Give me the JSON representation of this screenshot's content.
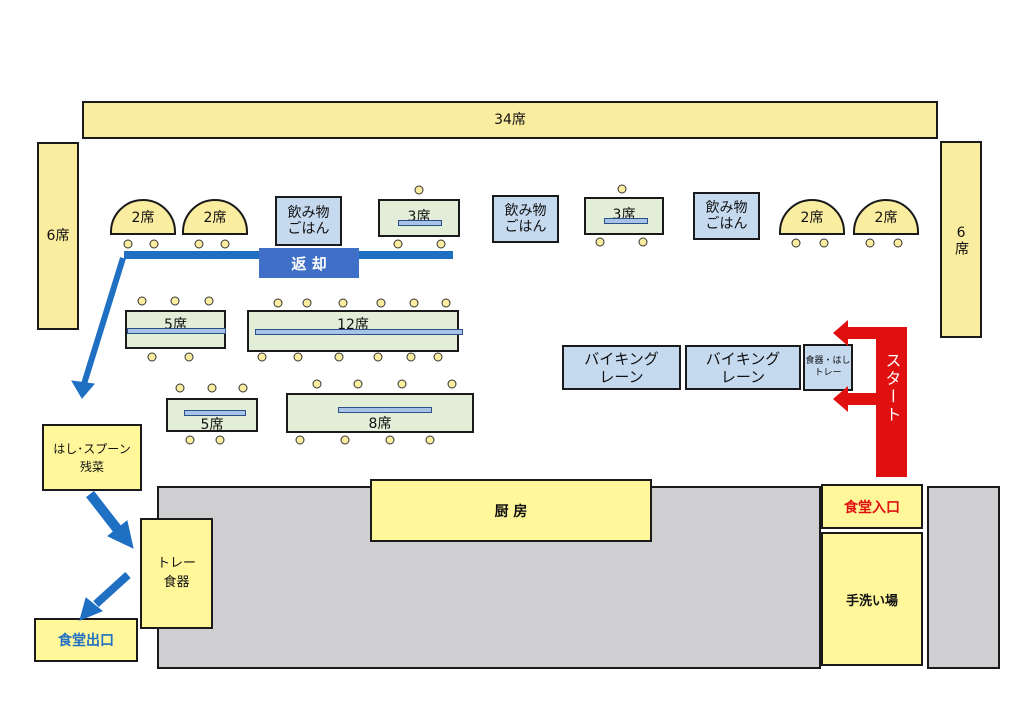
{
  "seats": {
    "top_long": "34席",
    "left_side": "6席",
    "right_side": "6席",
    "round_2": "2席",
    "table_3": "3席",
    "table_5": "5席",
    "table_12": "12席",
    "table_8": "8席"
  },
  "stations": {
    "drinks_rice_line1": "飲み物",
    "drinks_rice_line2": "ごはん",
    "return": "返 却",
    "buffet_line1": "バイキング",
    "buffet_line2": "レーン",
    "cutlery_tray_line1": "食器・はし",
    "cutlery_tray_line2": "トレー",
    "start": "スタート",
    "chopsticks_leftovers_line1": "はし･スプーン",
    "chopsticks_leftovers_line2": "残菜",
    "tray_dishes_line1": "トレー",
    "tray_dishes_line2": "食器"
  },
  "areas": {
    "kitchen": "厨 房",
    "entrance": "食堂入口",
    "handwash": "手洗い場",
    "exit": "食堂出口"
  },
  "colors": {
    "seat_yellow": "#fbeda0",
    "station_blue": "#c5d9ef",
    "table_green": "#e2eed8",
    "kitchen_gray": "#cfcfd1",
    "arrow_blue": "#1f6fc2",
    "arrow_red": "#e11010",
    "return_blue": "#3f6fc6"
  }
}
